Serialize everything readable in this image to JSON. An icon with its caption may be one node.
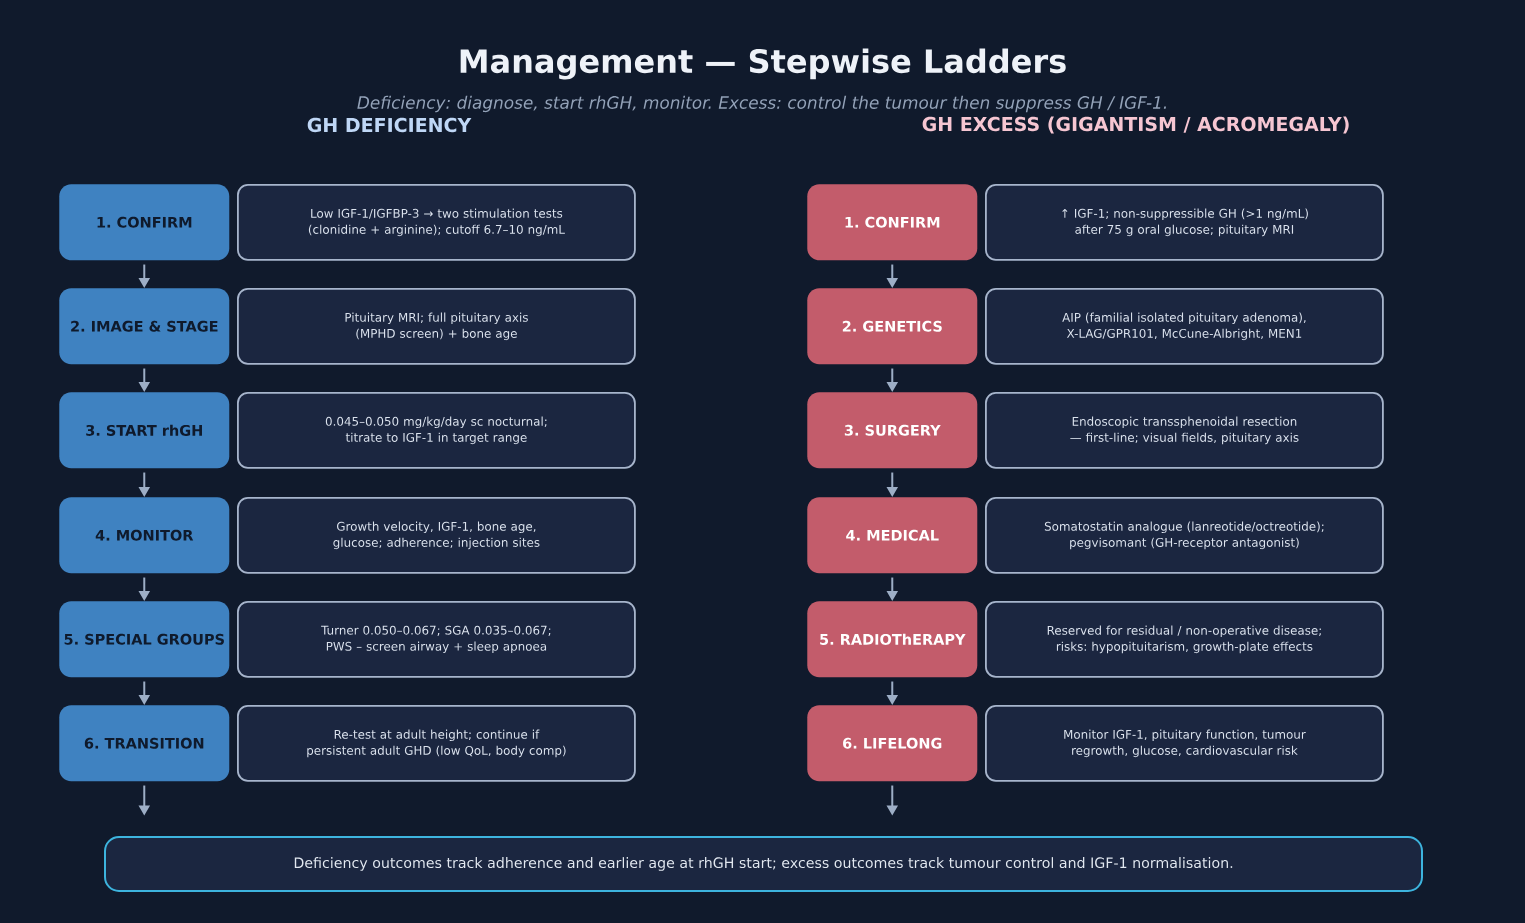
{
  "diagram": {
    "title": "Management — Stepwise Ladders",
    "nodes": [
      {
        "text": [
          "1. CONFIRM"
        ]
      },
      {
        "text": [
          "Low IGF-1/IGFBP-3 → two stimulation tests (clonidine + arginine); cutoff 6.7–10 ng/mL"
        ]
      },
      {
        "text": [
          "2. IMAGE & STAGE"
        ]
      },
      {
        "text": [
          "Pituitary MRI; full pituitary axis (MPHD screen) + bone age"
        ]
      },
      {
        "text": [
          "3. START rhGH"
        ]
      },
      {
        "text": [
          "0.045–0.050 mg/kg/day sc nocturnal; titrate to IGF-1 in target range"
        ]
      },
      {
        "text": [
          "4. MONITOR"
        ]
      },
      {
        "text": [
          "Growth velocity, IGF-1, bone age, glucose; adherence; injection sites"
        ]
      },
      {
        "text": [
          "5. SPECIAL GROUPS"
        ]
      },
      {
        "text": [
          "Turner 0.050–0.067; SGA 0.035–0.067; PWS – screen airway + sleep apnoea"
        ]
      },
      {
        "text": [
          "6. TRANSITION"
        ]
      },
      {
        "text": [
          "Re-test at adult height; continue if persistent adult GHD (low QoL, body comp)"
        ]
      },
      {
        "text": [
          "1. CONFIRM"
        ]
      },
      {
        "text": [
          "↑ IGF-1; non-suppressible GH (>1 ng/mL) after 75 g oral glucose; pituitary MRI"
        ]
      },
      {
        "text": [
          "2. GENETICS"
        ]
      },
      {
        "text": [
          "AIP (familial isolated pituitary adenoma), X-LAG/GPR101, McCune-Albright, MEN1"
        ]
      },
      {
        "text": [
          "3. SURGERY"
        ]
      },
      {
        "text": [
          "Endoscopic transsphenoidal resection — first-line; visual fields, pituitary axis"
        ]
      },
      {
        "text": [
          "4. MEDICAL"
        ]
      },
      {
        "text": [
          "Somatostatin analogue (lanreotide/octreotide); pegvisomant (GH-receptor antagonist)"
        ]
      },
      {
        "text": [
          "5. RADIOThERAPY"
        ]
      },
      {
        "text": [
          "Reserved for residual / non-operative disease; risks: hypopituitarism, growth-plate effects"
        ]
      },
      {
        "text": [
          "6. LIFELONG"
        ]
      },
      {
        "text": [
          "Monitor IGF-1, pituitary function, tumour regrowth, glucose, cardiovascular risk"
        ]
      },
      {
        "text": [
          "Deficiency outcomes track adherence and earlier age at rhGH start; excess outcomes track tumour control and IGF-1 normalisation."
        ]
      }
    ],
    "edges": [
      {
        "from": 0,
        "to": 2,
        "arrow": "to"
      },
      {
        "from": 2,
        "to": 4,
        "arrow": "to"
      },
      {
        "from": 4,
        "to": 6,
        "arrow": "to"
      },
      {
        "from": 6,
        "to": 8,
        "arrow": "to"
      },
      {
        "from": 8,
        "to": 10,
        "arrow": "to"
      },
      {
        "from": 10,
        "to": null,
        "arrow": "to"
      },
      {
        "from": 12,
        "to": 14,
        "arrow": "to"
      },
      {
        "from": 14,
        "to": 16,
        "arrow": "to"
      },
      {
        "from": 16,
        "to": 18,
        "arrow": "to"
      },
      {
        "from": 18,
        "to": 20,
        "arrow": "to"
      },
      {
        "from": 20,
        "to": 22,
        "arrow": "to"
      },
      {
        "from": 22,
        "to": null,
        "arrow": "to"
      }
    ],
    "labels": [
      "Deficiency: diagnose, start rhGH, monitor. Excess: control the tumour then suppress GH / IGF-1.",
      "GH DEFICIENCY",
      "GH EXCESS (GIGANTISM / ACROMEGALY)"
    ]
  }
}
